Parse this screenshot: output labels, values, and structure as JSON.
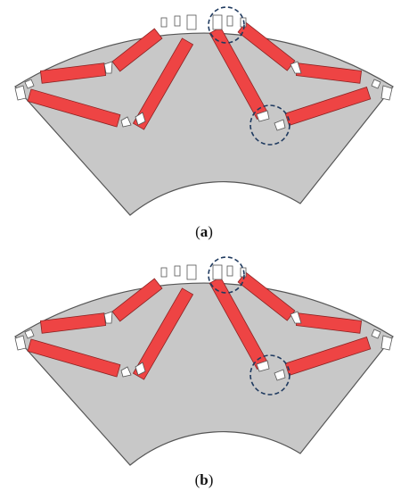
{
  "figures": [
    {
      "id": "a",
      "caption_open": "(",
      "caption_letter": "a",
      "caption_close": ")"
    },
    {
      "id": "b",
      "caption_open": "(",
      "caption_letter": "b",
      "caption_close": ")"
    }
  ],
  "colors": {
    "lamination": "#c8c8c8",
    "lamination_stroke": "#555555",
    "magnet": "#ee4444",
    "magnet_stroke": "#8a2222",
    "barrier": "#ffffff",
    "highlight_circle": "#1f3a5f"
  }
}
